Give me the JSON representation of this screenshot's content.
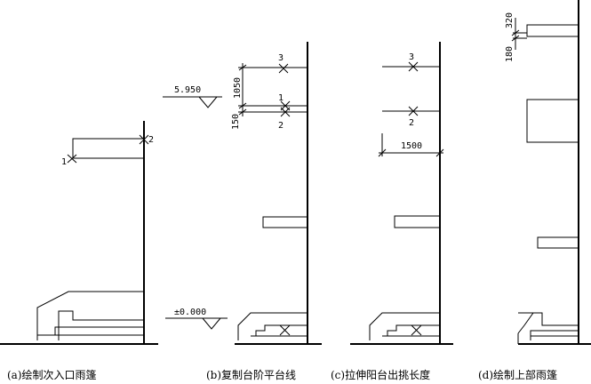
{
  "captions": {
    "a": "(a)绘制次入口雨篷",
    "b": "(b)复制台阶平台线",
    "c": "(c)拉伸阳台出挑长度",
    "d": "(d)绘制上部雨篷"
  },
  "panel_a": {
    "point1": "1",
    "point2": "2"
  },
  "panel_b": {
    "level_upper": "5.950",
    "level_ground": "±0.000",
    "dim_1050": "1050",
    "dim_150": "150",
    "point1": "1",
    "point2": "2",
    "point3": "3"
  },
  "panel_c": {
    "dim_1500": "1500",
    "point2": "2",
    "point3": "3"
  },
  "panel_d": {
    "dim_320": "320",
    "dim_180": "180"
  }
}
